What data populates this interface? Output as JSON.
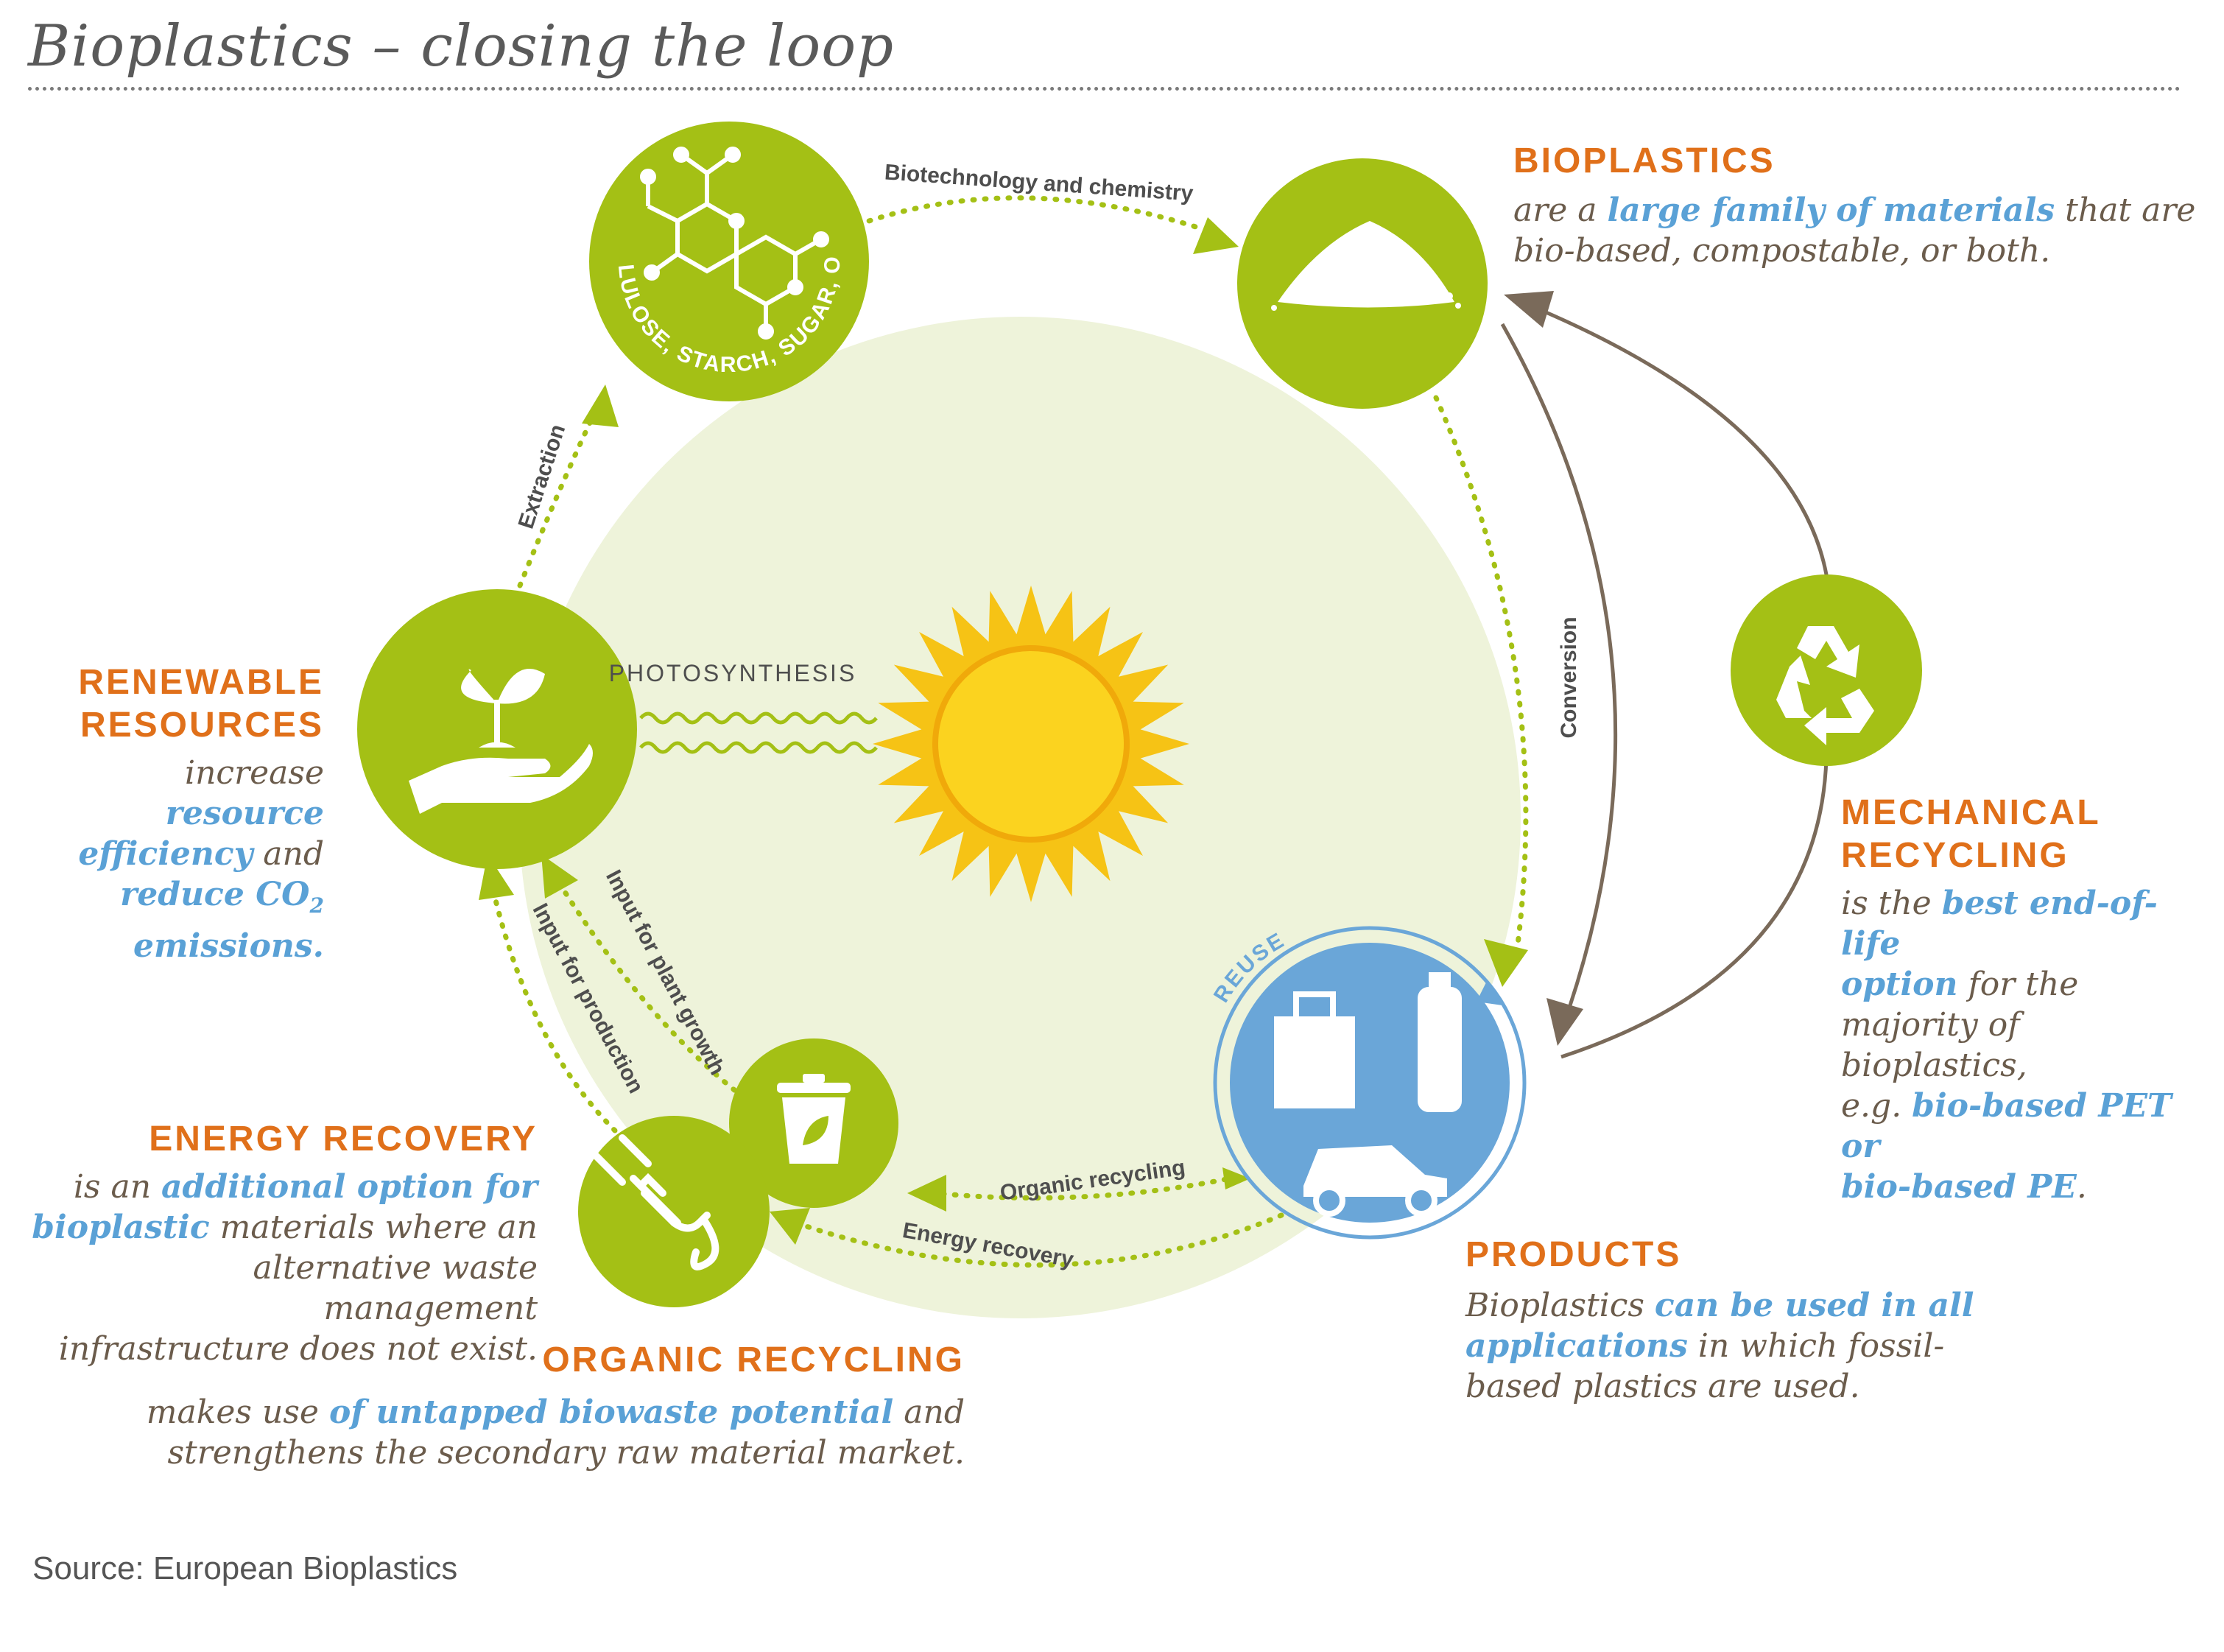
{
  "title": "Bioplastics – closing the loop",
  "source": "Source: European Bioplastics",
  "colors": {
    "green": "#a4c015",
    "pale_green": "#eef3da",
    "blue": "#6aa6d8",
    "orange": "#e0701a",
    "brown_arrow": "#7a6a5a",
    "sun": "#f6c315"
  },
  "nodes": {
    "feedstock": {
      "ring_text": "CELLULOSE, STARCH, SUGAR, OILS",
      "icon": "molecule-icon"
    },
    "bioplastics": {
      "icon": "powder-icon"
    },
    "products": {
      "icon": "products-icon",
      "reuse": "REUSE"
    },
    "renewable": {
      "icon": "hand-plant-icon"
    },
    "compost": {
      "icon": "compost-bin-icon"
    },
    "energy": {
      "icon": "plug-icon"
    },
    "recycle": {
      "icon": "recycle-icon"
    }
  },
  "arrows": {
    "biotech": "Biotechnology and chemistry",
    "conversion": "Conversion",
    "extraction": "Extraction",
    "plant_growth": "Input for plant growth",
    "production": "Input for production",
    "organic": "Organic recycling",
    "energy": "Energy recovery",
    "photosynthesis": "PHOTOSYNTHESIS"
  },
  "blocks": {
    "bioplastics": {
      "heading": "BIOPLASTICS",
      "t1": "are a ",
      "h1": "large family of materials",
      "t2": " that are",
      "t3": "bio-based, compostable, or both."
    },
    "renewable": {
      "heading1": "RENEWABLE",
      "heading2": "RESOURCES",
      "t1": "increase ",
      "h1": "resource",
      "h2": "efficiency",
      "t2": " and",
      "h3": "reduce CO",
      "h3sub": "2",
      "h4": "emissions."
    },
    "mechanical": {
      "heading1": "MECHANICAL",
      "heading2": "RECYCLING",
      "t1": "is the ",
      "h1": "best end-of-life",
      "h2": "option",
      "t2": " for the",
      "t3": "majority of bioplastics,",
      "t4": "e.g. ",
      "h3": "bio-based PET or",
      "h4": "bio-based PE",
      "t5": "."
    },
    "energy": {
      "heading": "ENERGY RECOVERY",
      "t1": "is an ",
      "h1": "additional option for",
      "h2": "bioplastic",
      "t2": " materials where an",
      "t3": "alternative waste management",
      "t4": "infrastructure does not exist."
    },
    "organic": {
      "heading": "ORGANIC RECYCLING",
      "t1": "makes use ",
      "h1": "of untapped biowaste potential",
      "t2": " and",
      "t3": "strengthens the secondary raw material market."
    },
    "products": {
      "heading": "PRODUCTS",
      "t1": "Bioplastics ",
      "h1": "can be used in all",
      "h2": "applications",
      "t2": " in which fossil-",
      "t3": "based plastics are used."
    }
  }
}
